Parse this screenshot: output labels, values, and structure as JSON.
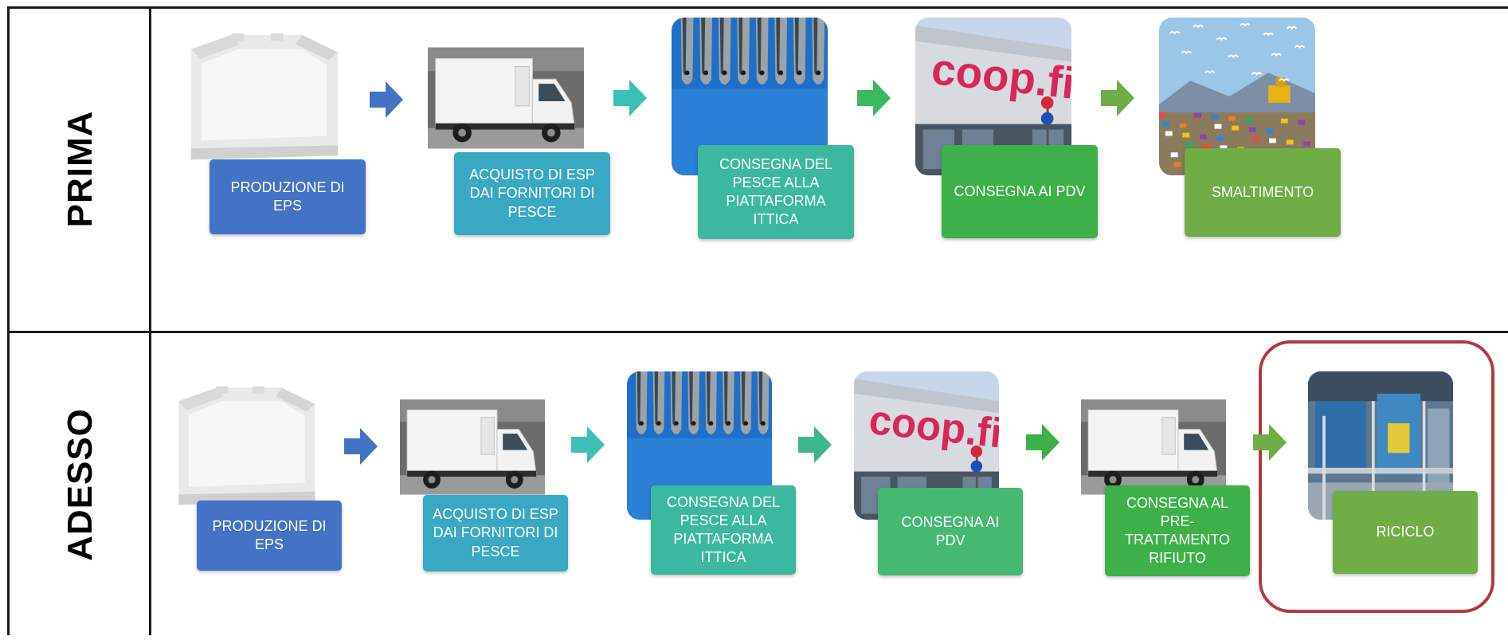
{
  "rows": [
    {
      "label": "PRIMA",
      "stages": [
        {
          "photo": "eps-box-photo",
          "text": "PRODUZIONE DI\nEPS",
          "color": "#4472c4"
        },
        {
          "photo": "truck-photo",
          "text": "ACQUISTO DI ESP\nDAI FORNITORI DI\nPESCE",
          "color": "#38a8c3"
        },
        {
          "photo": "fish-photo",
          "text": "CONSEGNA DEL\nPESCE ALLA\nPIATTAFORMA\nITTICA",
          "color": "#3cb8a0"
        },
        {
          "photo": "store-photo",
          "text": "CONSEGNA AI PDV",
          "color": "#3db04a"
        },
        {
          "photo": "landfill-photo",
          "text": "SMALTIMENTO",
          "color": "#70ad47"
        }
      ],
      "arrow_colors": [
        "#4472c4",
        "#3cbfb5",
        "#3cb85e",
        "#70ad47"
      ]
    },
    {
      "label": "ADESSO",
      "stages": [
        {
          "photo": "eps-box-photo",
          "text": "PRODUZIONE DI\nEPS",
          "color": "#4472c4"
        },
        {
          "photo": "truck-photo",
          "text": "ACQUISTO DI ESP\nDAI FORNITORI DI\nPESCE",
          "color": "#38a8c3"
        },
        {
          "photo": "fish-photo",
          "text": "CONSEGNA DEL\nPESCE ALLA\nPIATTAFORMA\nITTICA",
          "color": "#3cb8a0"
        },
        {
          "photo": "store-photo",
          "text": "CONSEGNA AI PDV",
          "color": "#45b872"
        },
        {
          "photo": "truck-photo",
          "text": "CONSEGNA AL PRE-\nTRATTAMENTO\nRIFIUTO",
          "color": "#3db04a"
        },
        {
          "photo": "recycling-plant-photo",
          "text": "RICICLO",
          "color": "#70ad47"
        }
      ],
      "arrow_colors": [
        "#4472c4",
        "#3cbfb5",
        "#3cb88a",
        "#3db04a",
        "#70ad47"
      ],
      "highlighted_stage": 6
    }
  ],
  "colors": {
    "highlight": "#b03a3e",
    "store_sign": "#d8265a"
  },
  "store_sign_text": "coop.fi"
}
